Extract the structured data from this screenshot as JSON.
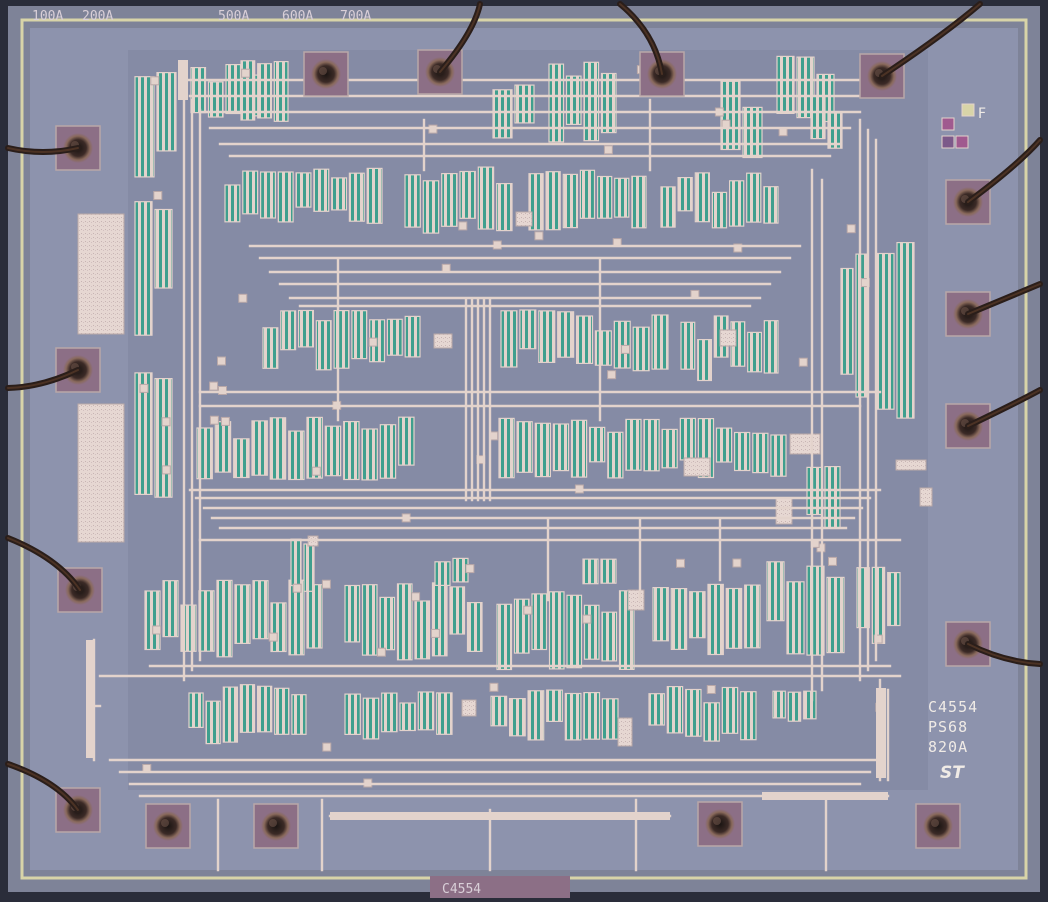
{
  "image": {
    "subject": "integrated circuit die micrograph",
    "colors": {
      "substrate": "#8d93ad",
      "substrate_dark": "#6f7590",
      "metal": "#e3d3cc",
      "metal_shadow": "#b9a8a8",
      "diffusion": "#3f9f8e",
      "pad": "#8c6f86",
      "bond_wire": "#2a1e1a",
      "edge_seal": "#d8d4a8",
      "frame": "#2a2d3a"
    }
  },
  "markings": {
    "top_scale": [
      "100A",
      "200A",
      "500A",
      "600A",
      "700A"
    ],
    "top_right_letter": "F",
    "bottom_right_lines": [
      "C4554",
      "PS68",
      "820A"
    ],
    "logo": "ST",
    "bottom_edge": "C4554"
  }
}
